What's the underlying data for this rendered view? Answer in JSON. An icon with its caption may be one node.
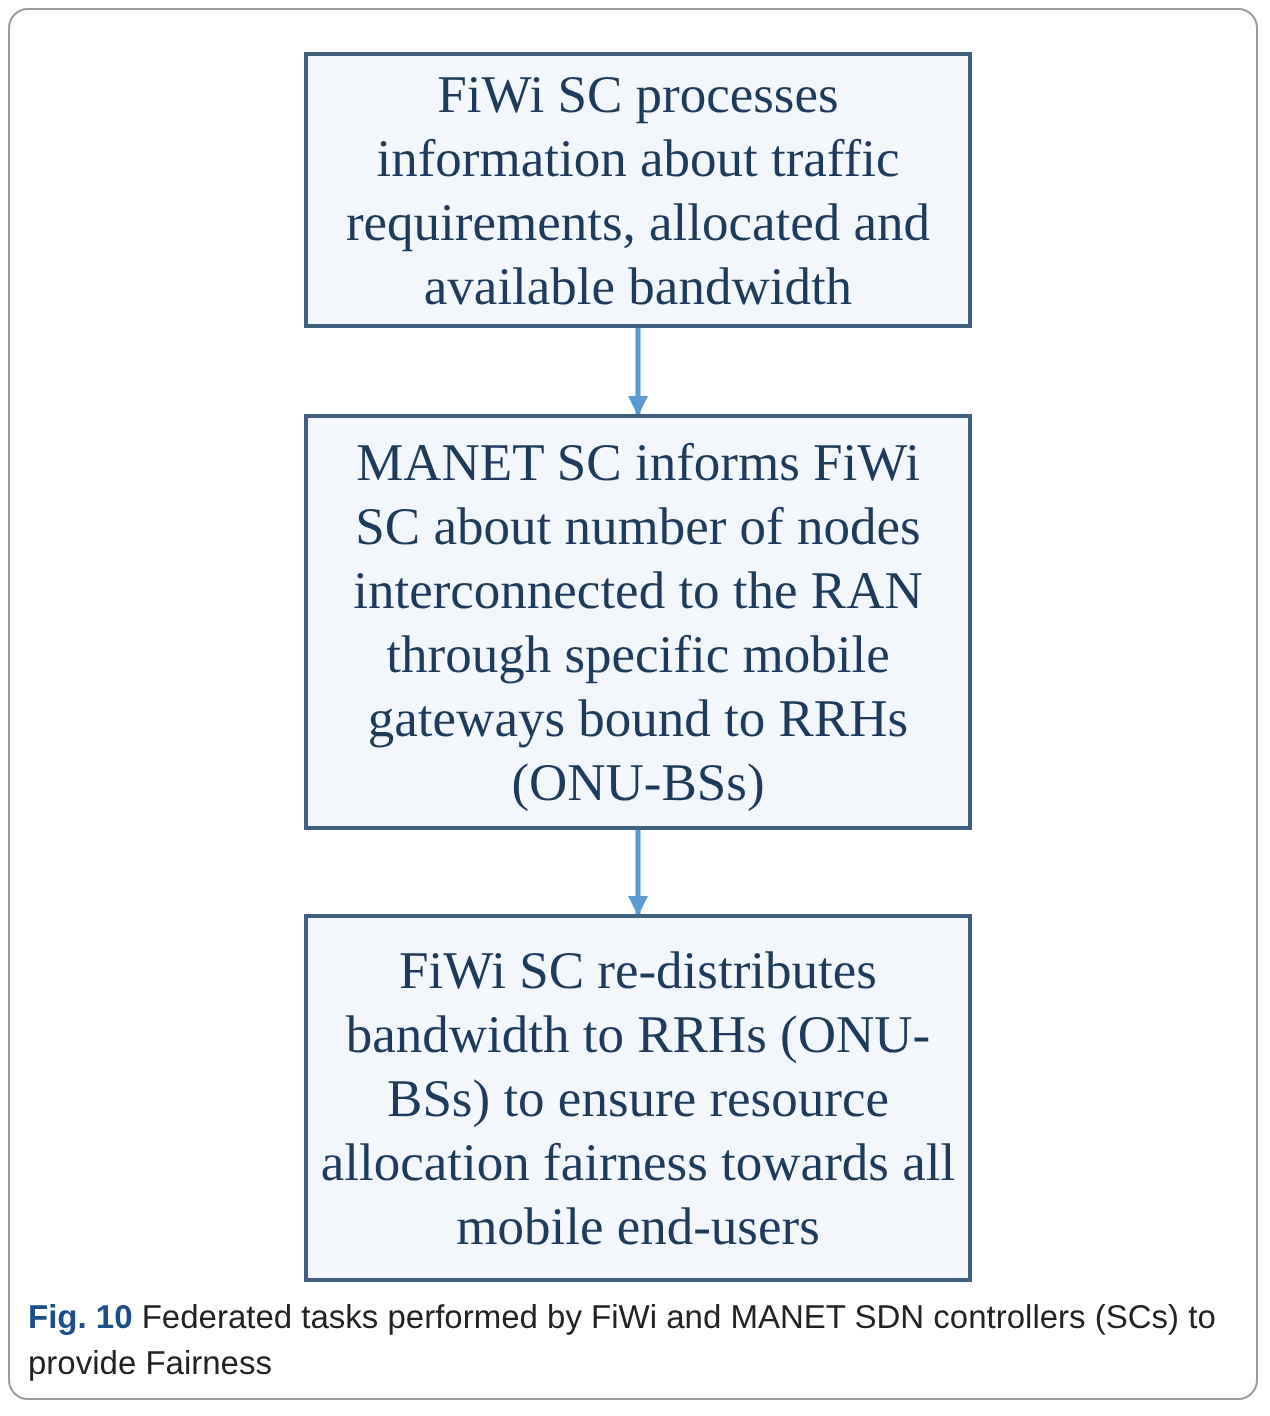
{
  "diagram": {
    "caption": "**Fig. 10** Federated tasks performed by FiWi and MANET SDN controllers (SCs) to provide Fairness",
    "nodes": [
      {
        "text": [
          "FiWi SC processes information about traffic requirements, allocated and available bandwidth"
        ]
      },
      {
        "text": [
          "MANET SC informs FiWi SC about number of nodes interconnected to the RAN through specific mobile gateways bound to RRHs (ONU-BSs)"
        ]
      },
      {
        "text": [
          "FiWi SC re-distributes bandwidth to RRHs (ONU-BSs) to ensure resource allocation fairness towards all mobile end-users"
        ]
      }
    ],
    "edges": [
      {
        "from": 0,
        "to": 1,
        "arrow": "to"
      },
      {
        "from": 1,
        "to": 2,
        "arrow": "to"
      }
    ]
  }
}
